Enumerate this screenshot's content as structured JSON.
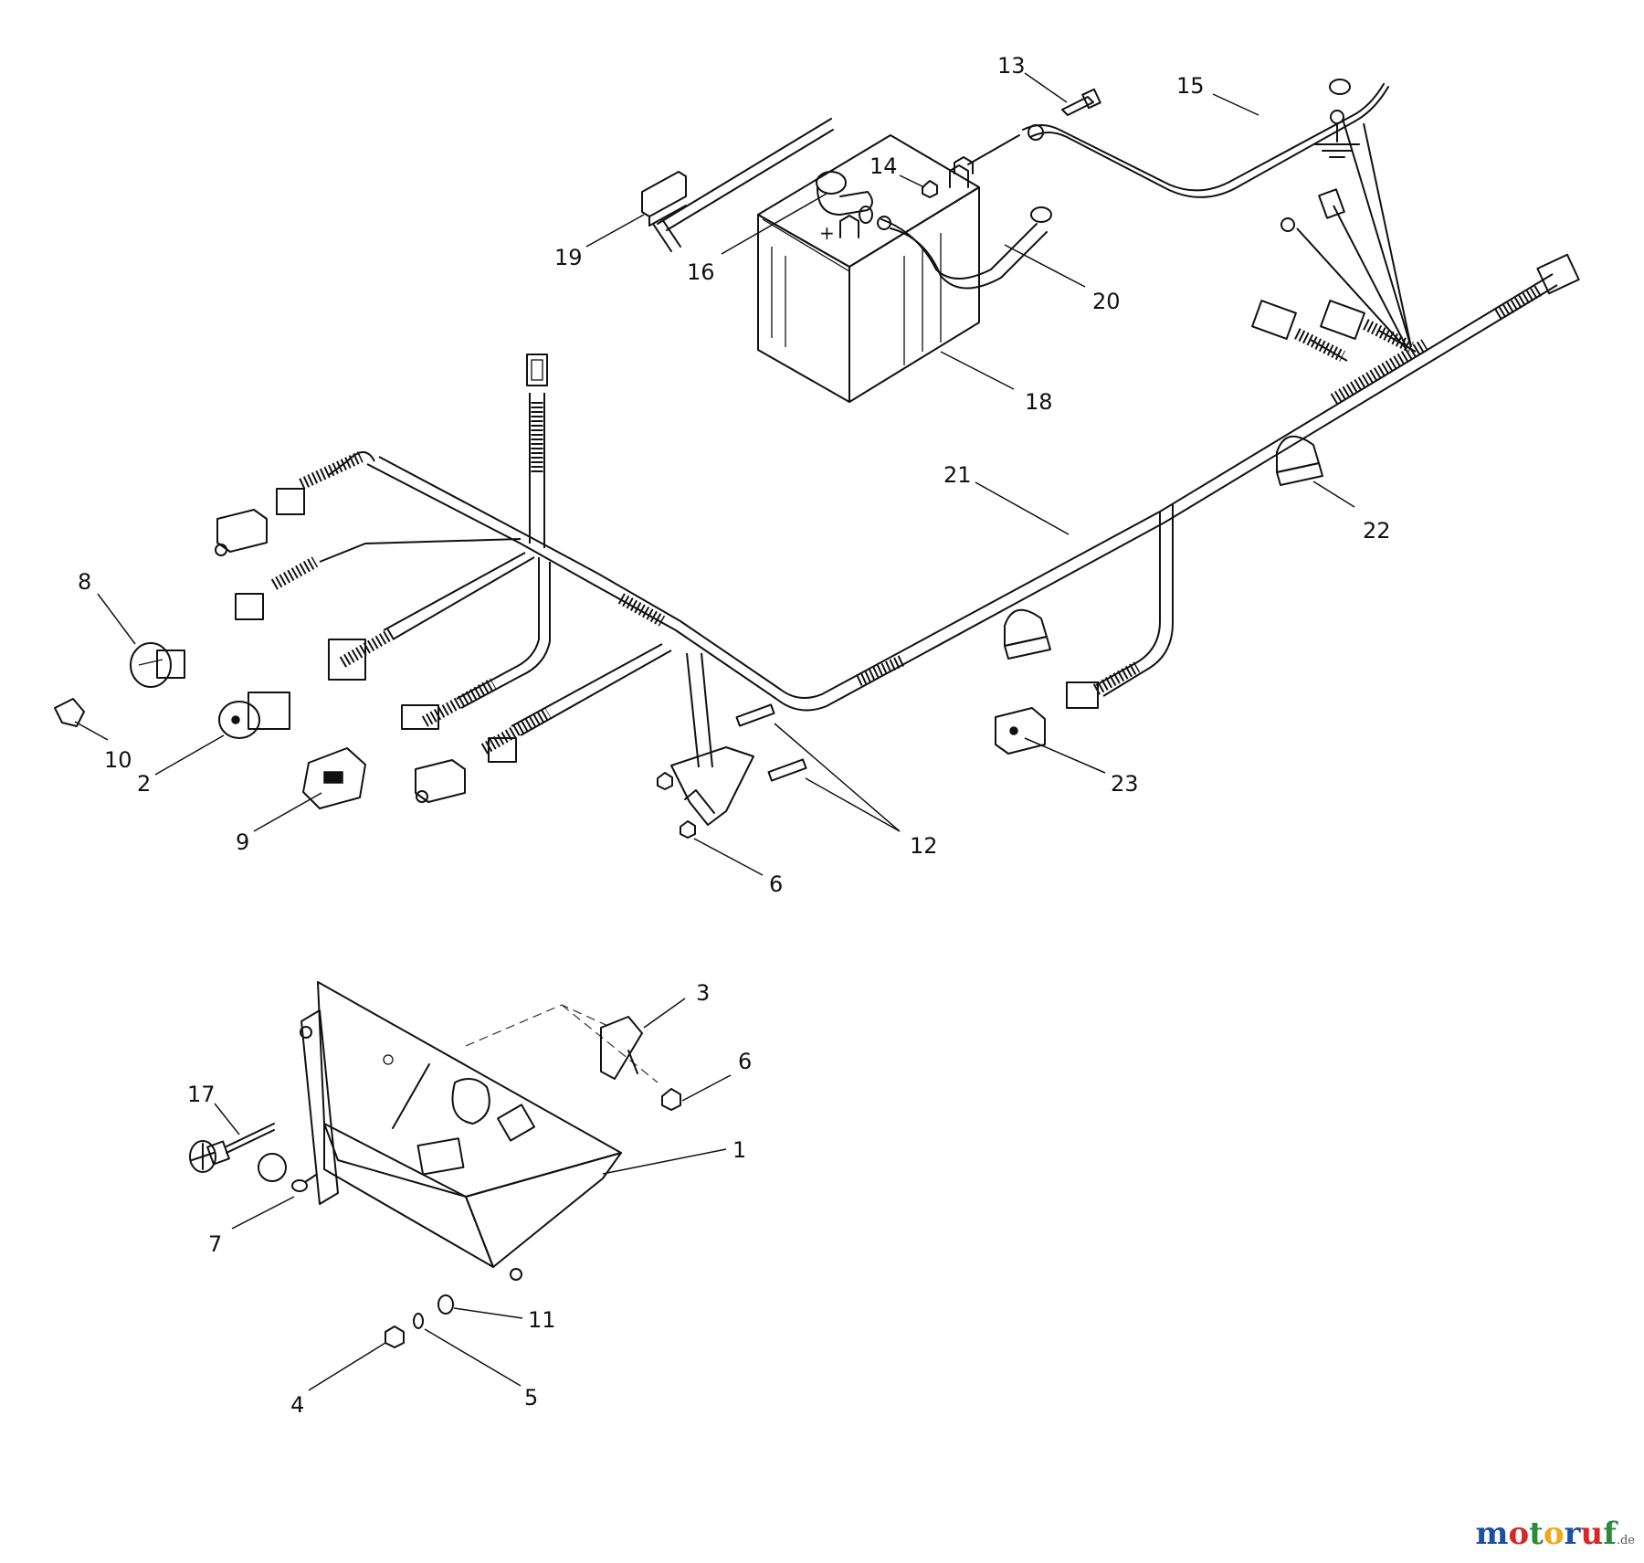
{
  "callouts": [
    {
      "id": "c1",
      "label": "1"
    },
    {
      "id": "c2",
      "label": "2"
    },
    {
      "id": "c3",
      "label": "3"
    },
    {
      "id": "c4",
      "label": "4"
    },
    {
      "id": "c5",
      "label": "5"
    },
    {
      "id": "c6a",
      "label": "6"
    },
    {
      "id": "c6b",
      "label": "6"
    },
    {
      "id": "c7",
      "label": "7"
    },
    {
      "id": "c8",
      "label": "8"
    },
    {
      "id": "c9",
      "label": "9"
    },
    {
      "id": "c10",
      "label": "10"
    },
    {
      "id": "c11",
      "label": "11"
    },
    {
      "id": "c12",
      "label": "12"
    },
    {
      "id": "c13",
      "label": "13"
    },
    {
      "id": "c14",
      "label": "14"
    },
    {
      "id": "c15",
      "label": "15"
    },
    {
      "id": "c16",
      "label": "16"
    },
    {
      "id": "c17",
      "label": "17"
    },
    {
      "id": "c18",
      "label": "18"
    },
    {
      "id": "c19",
      "label": "19"
    },
    {
      "id": "c20",
      "label": "20"
    },
    {
      "id": "c21",
      "label": "21"
    },
    {
      "id": "c22",
      "label": "22"
    },
    {
      "id": "c23",
      "label": "23"
    }
  ],
  "watermark": {
    "letters": [
      "m",
      "o",
      "t",
      "o",
      "r",
      "u",
      "f"
    ],
    "colors": [
      "#1f4fa3",
      "#d4282a",
      "#2c8a3c",
      "#f0a61d",
      "#1f4fa3",
      "#d4282a",
      "#2c8a3c"
    ],
    "tld": ".de"
  }
}
